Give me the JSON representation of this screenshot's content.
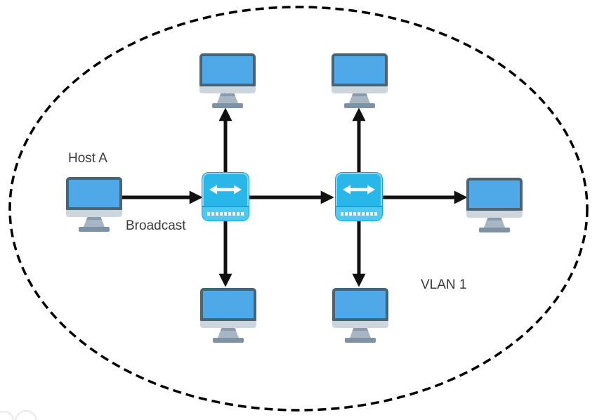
{
  "page": {
    "background": "#ffffff"
  },
  "labels": {
    "host_a": "Host A",
    "broadcast": "Broadcast",
    "vlan": "VLAN 1"
  },
  "colors": {
    "bg": "#ffffff",
    "text": "#3b3b3b",
    "outline": "#000000",
    "arrow": "#111111",
    "screen": "#4fa8e8",
    "bezel": "#4a6474",
    "chin": "#cdd6dd",
    "stand": "#a7b6c2",
    "stand-dark": "#8a9cac",
    "base": "#7d92a3",
    "switch-body": "#29b6e9",
    "switch-body-dark": "#17a3d8",
    "switch-bottom": "#50c8f1",
    "port": "#ffffff",
    "watermark": "#ebebeb"
  },
  "icons": {
    "computer": "monitor-icon",
    "switch": "switch-icon",
    "switch_glyph": "double-horizontal-arrow-icon",
    "switch_port_count": 9
  },
  "diagram": {
    "type": "network-topology",
    "boundary": {
      "shape": "dashed-ellipse",
      "label": "VLAN 1"
    },
    "nodes": [
      {
        "id": "host-a",
        "kind": "computer",
        "label": "Host A"
      },
      {
        "id": "pc-top-1",
        "kind": "computer"
      },
      {
        "id": "pc-top-2",
        "kind": "computer"
      },
      {
        "id": "pc-bottom-1",
        "kind": "computer"
      },
      {
        "id": "pc-bottom-2",
        "kind": "computer"
      },
      {
        "id": "pc-right",
        "kind": "computer"
      },
      {
        "id": "switch-1",
        "kind": "switch"
      },
      {
        "id": "switch-2",
        "kind": "switch"
      }
    ],
    "edges": [
      {
        "from": "host-a",
        "to": "switch-1",
        "label": "Broadcast"
      },
      {
        "from": "switch-1",
        "to": "pc-top-1"
      },
      {
        "from": "switch-1",
        "to": "pc-bottom-1"
      },
      {
        "from": "switch-1",
        "to": "switch-2"
      },
      {
        "from": "switch-2",
        "to": "pc-top-2"
      },
      {
        "from": "switch-2",
        "to": "pc-bottom-2"
      },
      {
        "from": "switch-2",
        "to": "pc-right"
      }
    ]
  }
}
